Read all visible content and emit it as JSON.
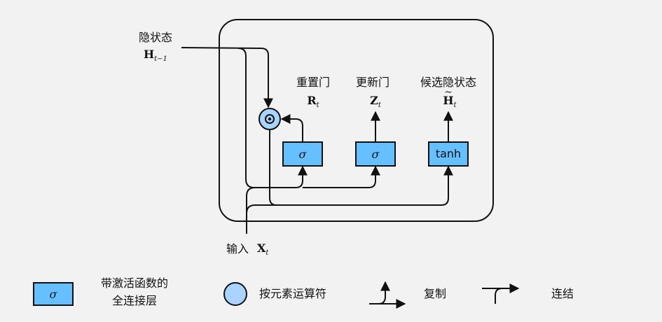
{
  "hidden_state": {
    "label": "隐状态",
    "symbol": "H",
    "sub": "t−1"
  },
  "reset_gate": {
    "label": "重置门",
    "symbol": "R",
    "sub": "t",
    "op": "σ"
  },
  "update_gate": {
    "label": "更新门",
    "symbol": "Z",
    "sub": "t",
    "op": "σ"
  },
  "candidate": {
    "label": "候选隐状态",
    "symbol": "H",
    "tilde": "~",
    "sub": "t",
    "op": "tanh"
  },
  "input": {
    "label": "输入",
    "symbol": "X",
    "sub": "t"
  },
  "legend": {
    "fc_symbol": "σ",
    "fc_label_line1": "带激活函数的",
    "fc_label_line2": "全连接层",
    "elementwise_label": "按元素运算符",
    "copy_label": "复制",
    "concat_label": "连结"
  },
  "colors": {
    "gate_fill": "#66bfff",
    "op_fill": "#a8d4ff",
    "stroke": "#111111",
    "background": "#f2f2f2"
  }
}
